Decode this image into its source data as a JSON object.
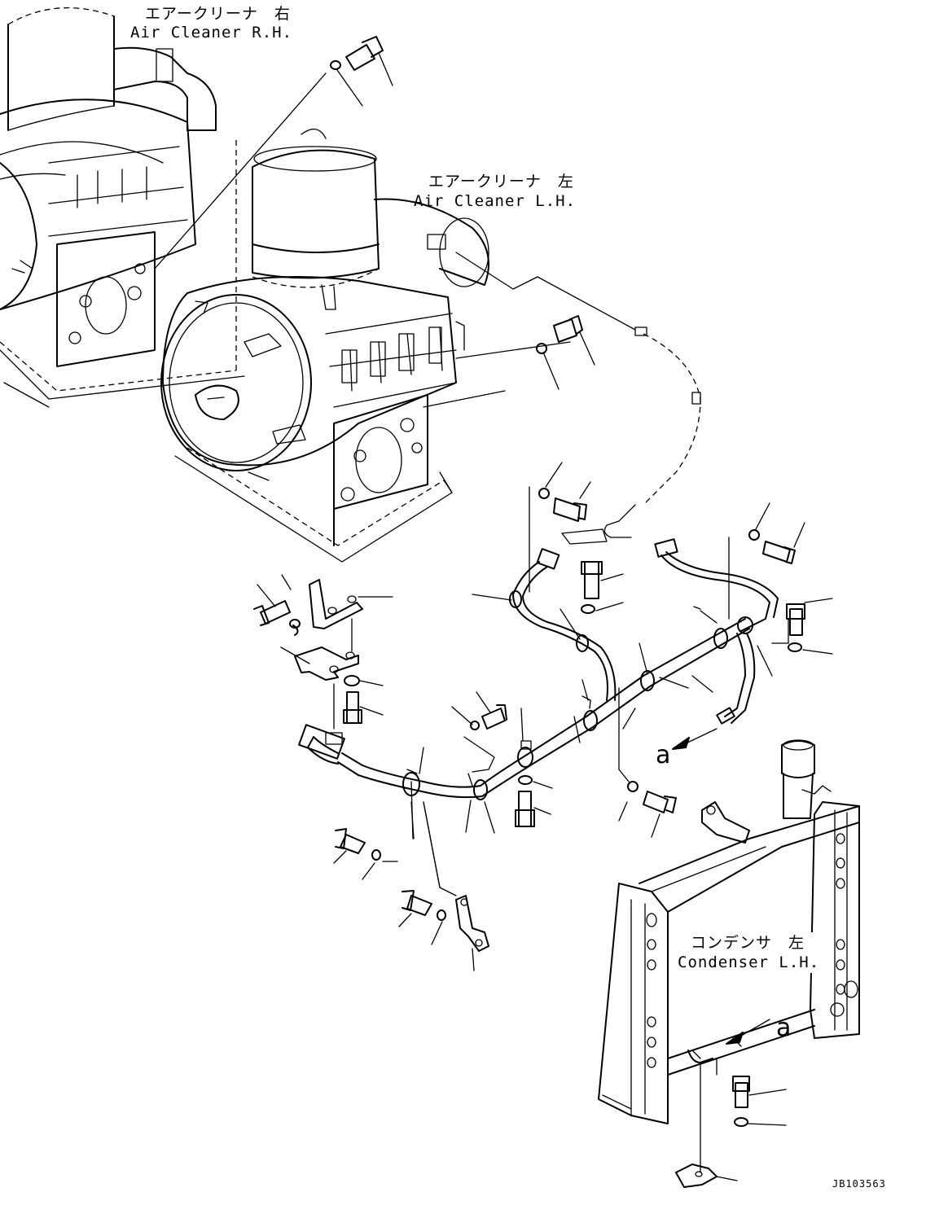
{
  "labels": {
    "air_cleaner_rh_jp": "エアークリーナ　右",
    "air_cleaner_rh_en": "Air Cleaner R.H.",
    "air_cleaner_lh_jp": "エアークリーナ　左",
    "air_cleaner_lh_en": "Air Cleaner L.H.",
    "condenser_lh_jp": "コンデンサ　左",
    "condenser_lh_en": "Condenser L.H.",
    "view_arrow_a_1": "a",
    "view_arrow_a_2": "a",
    "drawing_ref": "JB103563"
  },
  "colors": {
    "line": "#000000",
    "background": "#ffffff"
  }
}
